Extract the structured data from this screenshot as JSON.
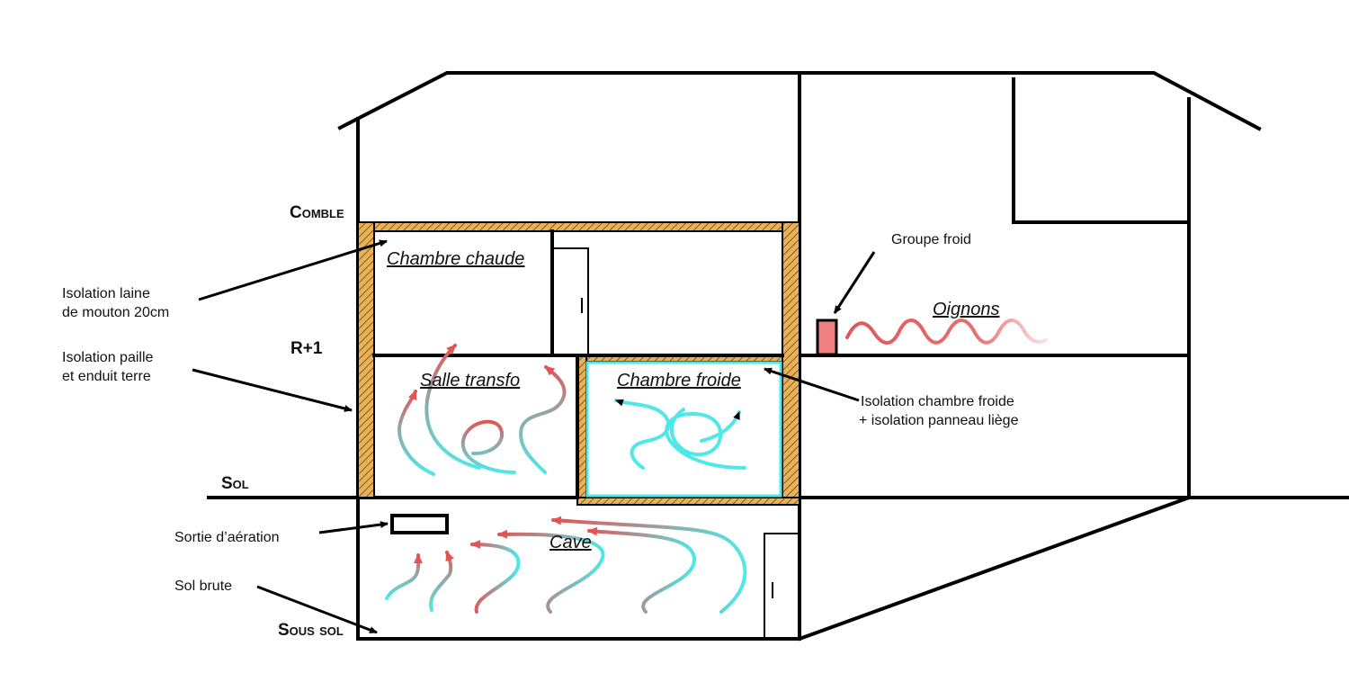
{
  "levels": {
    "attic": "Comble",
    "first_floor": "R+1",
    "ground": "Sol",
    "basement": "Sous sol"
  },
  "rooms": {
    "warm_room": "Chambre chaude",
    "transfo_room": "Salle transfo",
    "cold_room": "Chambre froide",
    "cellar": "Cave",
    "onions": "Oignons"
  },
  "annotations": {
    "wool_insulation_line1": "Isolation laine",
    "wool_insulation_line2": "de mouton 20cm",
    "straw_insulation_line1": "Isolation paille",
    "straw_insulation_line2": "et enduit terre",
    "cold_unit": "Groupe froid",
    "cold_room_insulation_line1": "Isolation chambre froide",
    "cold_room_insulation_line2": "+ isolation panneau liège",
    "air_vent": "Sortie d’aération",
    "raw_floor": "Sol brute"
  },
  "colors": {
    "insulation": "#e8b25a",
    "cold_air": "#4fe8e8",
    "warm_air": "#e25555",
    "cold_unit": "#f08080"
  }
}
